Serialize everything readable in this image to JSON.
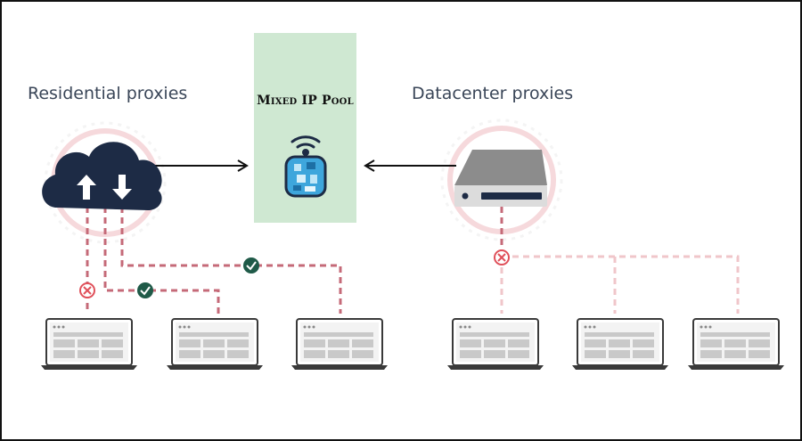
{
  "residential": {
    "label": "Residential proxies"
  },
  "datacenter": {
    "label": "Datacenter proxies"
  },
  "pool": {
    "title": "Mixed IP Pool"
  },
  "colors": {
    "navy": "#1d2b45",
    "dashed_red": "#c56a78",
    "dashed_pink": "#f0c6ca",
    "check_green": "#1f5a48",
    "blocked_red": "#e0505a",
    "pool_bg": "#cfe8d2",
    "chip_blue": "#3ea6dc"
  },
  "icons": [
    "cloud-upload-download-icon",
    "server-icon",
    "wifi-icon",
    "ip-chip-icon",
    "laptop-icon",
    "check-icon",
    "blocked-icon",
    "arrow-right-icon",
    "arrow-left-icon"
  ]
}
